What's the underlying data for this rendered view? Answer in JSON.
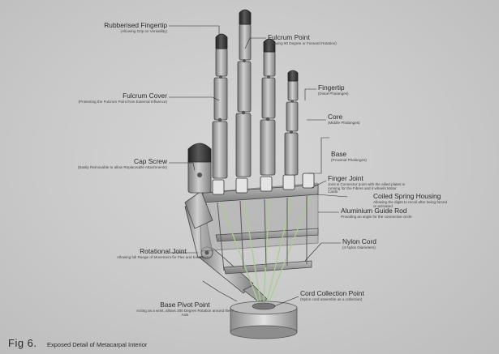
{
  "figure": {
    "label": "Fig 6.",
    "caption": "Exposed Detail of Metacarpal Interior"
  },
  "labels": {
    "rubberised_fingertip": {
      "title": "Rubberised Fingertip",
      "sub": "(Allowing Grip on Versatility)"
    },
    "fulcrum_point": {
      "title": "Fulcrum Point",
      "sub": "(Allowing 90 Degree or Forward Rotation)"
    },
    "fingertip": {
      "title": "Fingertip",
      "sub": "(Distal Phalanges)"
    },
    "fulcrum_cover": {
      "title": "Fulcrum Cover",
      "sub": "(Protecting the Fulcrum Point from External Influence)"
    },
    "core": {
      "title": "Core",
      "sub": "(Middle Phalanges)"
    },
    "base": {
      "title": "Base",
      "sub": "(Proximal Phalanges)"
    },
    "cap_screw": {
      "title": "Cap Screw",
      "sub": "(Easily Removable to allow Replaceable Attachments)"
    },
    "finger_joint": {
      "title": "Finger Joint",
      "sub": "Joint & Connector point with the allied plates is running for the Fibres and it wheels Motor Cards"
    },
    "coiled_spring_housing": {
      "title": "Coiled Spring Housing",
      "sub": "Allowing the digits to recoil after being forced or activated"
    },
    "aluminium_guide_rod": {
      "title": "Aluminium Guide Rod",
      "sub": "Providing an angle for the connective circle"
    },
    "nylon_cord": {
      "title": "Nylon Cord",
      "sub": "(4 Nylon Diameters)"
    },
    "rotational_joint": {
      "title": "Rotational Joint",
      "sub": "Allowing full Range of Movement for Flex and Extension"
    },
    "cord_collection_point": {
      "title": "Cord Collection Point",
      "sub": "(Nylon cord assemble as a collection)"
    },
    "base_pivot_point": {
      "title": "Base Pivot Point",
      "sub": "Acting as a wrist, allows 300 Degree Rotation around the Y Axis"
    }
  },
  "colors": {
    "background": "#c9c9c9",
    "metal": "#9a9a9a",
    "dark": "#3a3a3a",
    "cord": "#a8d08a",
    "line": "#2a2a2a"
  }
}
